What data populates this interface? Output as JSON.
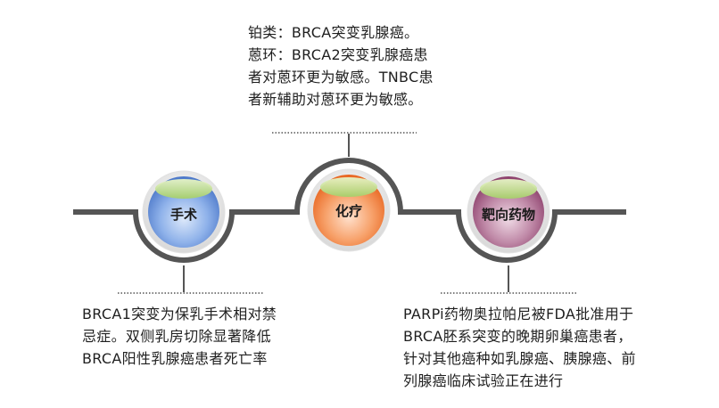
{
  "nodes": {
    "surgery": {
      "label": "手术",
      "color": "#4f7fd0"
    },
    "chemo": {
      "label": "化疗",
      "color": "#f07a30"
    },
    "targeted": {
      "label": "靶向药物",
      "color": "#a0507f"
    }
  },
  "descriptions": {
    "chemo": "铂类：BRCA突变乳腺癌。\n蒽环：BRCA2突变乳腺癌患\n者对蒽环更为敏感。TNBC患\n者新辅助对蒽环更为敏感。",
    "surgery": "BRCA1突变为保乳手术相对禁\n忌症。双侧乳房切除显著降低\nBRCA阳性乳腺癌患者死亡率",
    "targeted": "PARPi药物奥拉帕尼被FDA批准用于\nBRCA胚系突变的晚期卵巢癌患者，\n针对其他癌种如乳腺癌、胰腺癌、前\n列腺癌临床试验正在进行"
  }
}
